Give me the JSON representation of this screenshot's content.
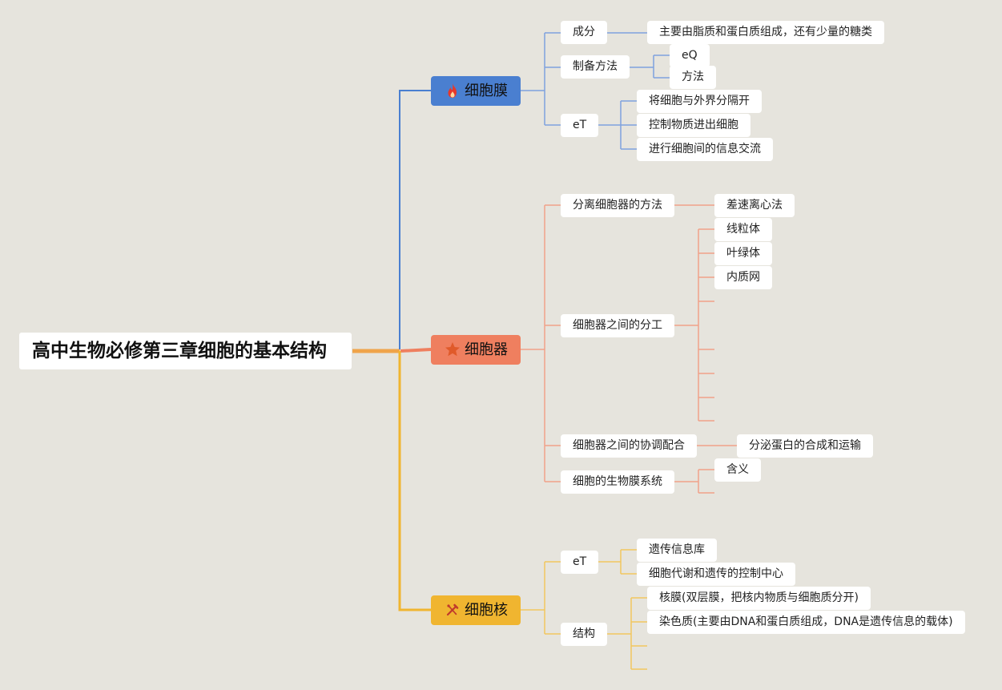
{
  "root": {
    "title": "高中生物必修第三章细胞的基本结构"
  },
  "colors": {
    "membrane": "#4a7fd0",
    "organelle": "#ef7f5f",
    "nucleus": "#f0b530"
  },
  "membrane": {
    "label": "细胞膜",
    "icon": "fire-icon",
    "composition": {
      "label": "成分",
      "detail": "主要由脂质和蛋白质组成，还有少量的糖类"
    },
    "preparation": {
      "label": "制备方法",
      "items": [
        "eQ",
        "方法"
      ]
    },
    "function": {
      "label": "eT",
      "items": [
        "将细胞与外界分隔开",
        "控制物质进出细胞",
        "进行细胞间的信息交流"
      ]
    }
  },
  "organelle": {
    "label": "细胞器",
    "icon": "star-icon",
    "separation": {
      "label": "分离细胞器的方法",
      "items": [
        "差速离心法"
      ]
    },
    "division": {
      "label": "细胞器之间的分工",
      "items": [
        "线粒体",
        "叶绿体",
        "内质网"
      ]
    },
    "cooperation": {
      "label": "细胞器之间的协调配合",
      "items": [
        "分泌蛋白的合成和运输"
      ]
    },
    "system": {
      "label": "细胞的生物膜系统",
      "items": [
        "含义"
      ]
    }
  },
  "nucleus": {
    "label": "细胞核",
    "icon": "tools-icon",
    "function": {
      "label": "eT",
      "items": [
        "遗传信息库",
        "细胞代谢和遗传的控制中心"
      ]
    },
    "structure": {
      "label": "结构",
      "items": [
        "核膜(双层膜，把核内物质与细胞质分开)",
        "染色质(主要由DNA和蛋白质组成，DNA是遗传信息的载体)"
      ]
    }
  }
}
